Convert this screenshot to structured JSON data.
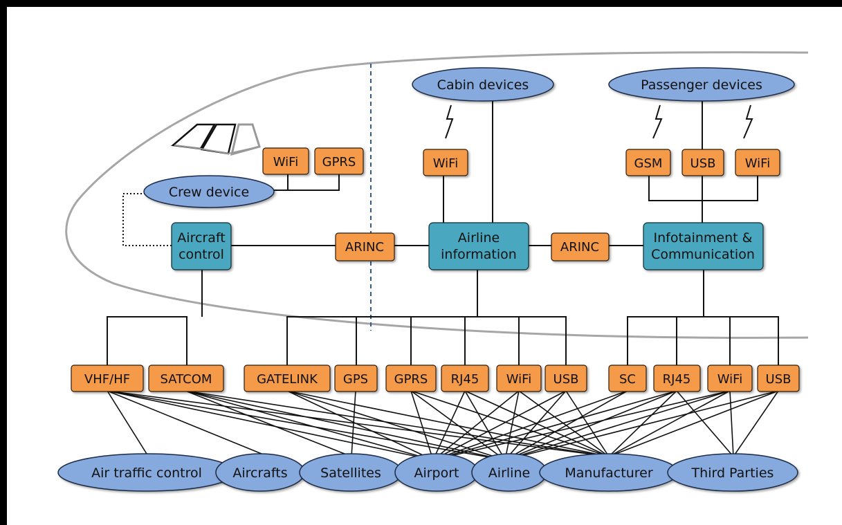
{
  "colors": {
    "orange": "#f49a4a",
    "blue_ellipse": "#86aade",
    "teal": "#4aa8bf",
    "fuselage": "#a6a6a6",
    "divider": "#2f5a8a",
    "line": "#111111"
  },
  "cabin": {
    "cabin_devices": "Cabin devices",
    "passenger_devices": "Passenger devices",
    "crew_device": "Crew device",
    "crew_wifi": "WiFi",
    "crew_gprs": "GPRS",
    "cabin_wifi": "WiFi",
    "pax_gsm": "GSM",
    "pax_usb": "USB",
    "pax_wifi": "WiFi"
  },
  "domains": {
    "aircraft_control": [
      "Aircraft",
      "control"
    ],
    "airline_information": [
      "Airline",
      "information"
    ],
    "infotainment": [
      "Infotainment &",
      "Communication"
    ]
  },
  "gateways": {
    "arinc_left": "ARINC",
    "arinc_right": "ARINC"
  },
  "links": {
    "vhf_hf": "VHF/HF",
    "satcom": "SATCOM",
    "gatelink": "GATELINK",
    "gps": "GPS",
    "gprs": "GPRS",
    "rj45_a": "RJ45",
    "wifi_a": "WiFi",
    "usb_a": "USB",
    "sc": "SC",
    "rj45_b": "RJ45",
    "wifi_b": "WiFi",
    "usb_b": "USB"
  },
  "external": {
    "air_traffic_control": "Air traffic control",
    "aircrafts": "Aircrafts",
    "satellites": "Satellites",
    "airport": "Airport",
    "airline": "Airline",
    "manufacturer": "Manufacturer",
    "third_parties": "Third Parties"
  }
}
